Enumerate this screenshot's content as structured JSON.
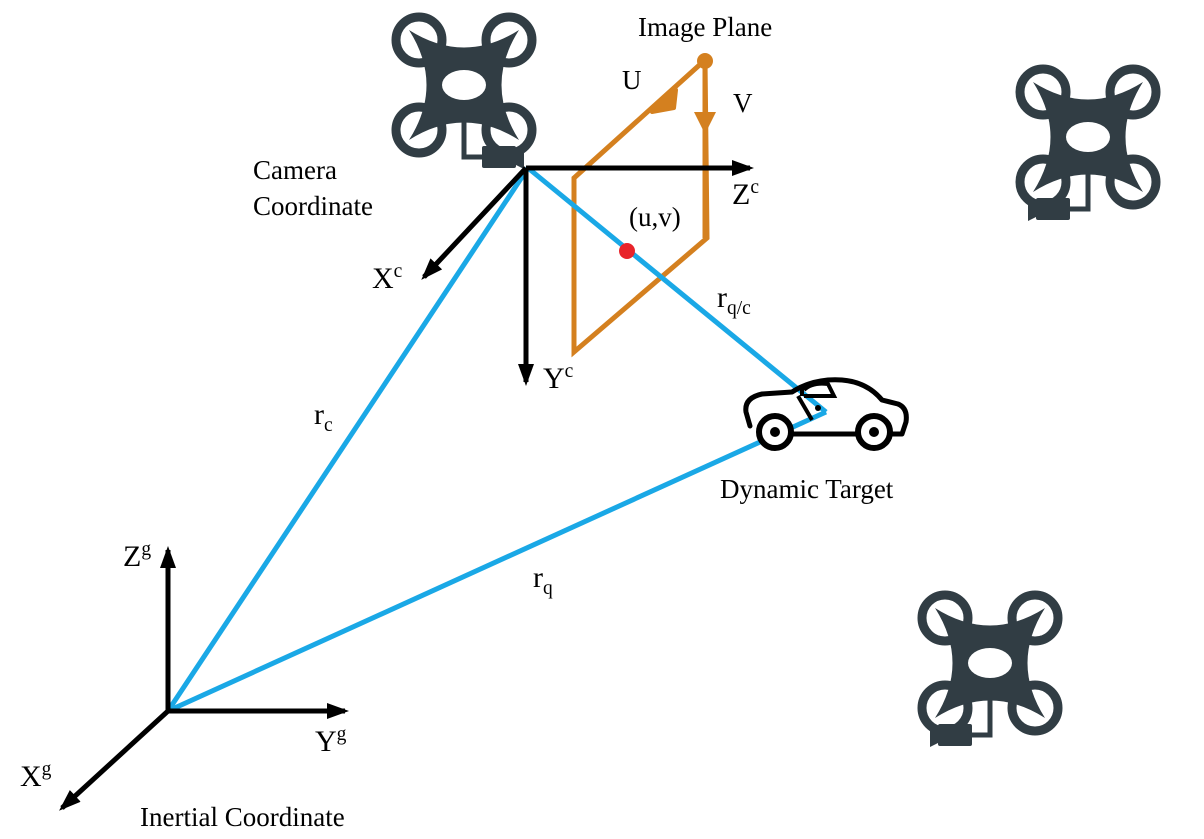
{
  "labels": {
    "image_plane": "Image Plane",
    "u_axis": "U",
    "v_axis": "V",
    "pixel_point": "(u,v)",
    "camera_coordinate_line1": "Camera",
    "camera_coordinate_line2": "Coordinate",
    "dynamic_target": "Dynamic Target",
    "inertial_coordinate": "Inertial Coordinate"
  },
  "camera_axes": {
    "x": {
      "base": "X",
      "sup": "c"
    },
    "y": {
      "base": "Y",
      "sup": "c"
    },
    "z": {
      "base": "Z",
      "sup": "c"
    }
  },
  "inertial_axes": {
    "x": {
      "base": "X",
      "sup": "g"
    },
    "y": {
      "base": "Y",
      "sup": "g"
    },
    "z": {
      "base": "Z",
      "sup": "g"
    }
  },
  "vectors": {
    "r_c": {
      "base": "r",
      "sub": "c"
    },
    "r_q": {
      "base": "r",
      "sub": "q"
    },
    "r_qc": {
      "base": "r",
      "sub": "q/c"
    }
  },
  "colors": {
    "axes": "#000000",
    "vectors": "#1aa8e6",
    "image_plane": "#d4801f",
    "pixel_point": "#e8232a",
    "drone": "#313d44"
  }
}
